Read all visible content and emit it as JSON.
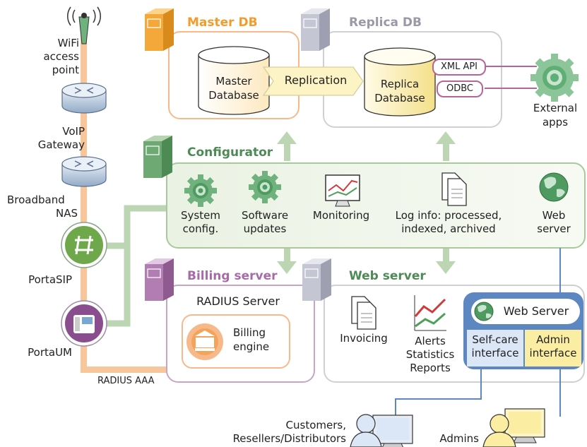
{
  "titles": {
    "master_db": "Master DB",
    "replica_db": "Replica DB",
    "configurator": "Configurator",
    "billing_server": "Billing server",
    "web_server": "Web server"
  },
  "colors": {
    "master_title": "#f39c2b",
    "replica_title": "#9a9aa6",
    "configurator_title": "#4d8a55",
    "billing_title": "#a86aa9",
    "web_title": "#4d8a55",
    "access_line": "#f7c79b",
    "link_green": "#bcd6b3",
    "web_panel": "#5d87c0",
    "master_title_style": "color:#f39c2b;left:265px;top:22px;",
    "replica_title_style": "color:#9a9aa6;left:494px;top:22px;",
    "config_title_style": "color:#4d8a55;left:265px;top:206px;",
    "billing_title_style": "color:#a86aa9;left:265px;top:381px;",
    "web_title_style": "color:#4d8a55;left:494px;top:381px;"
  },
  "left": {
    "wifi": [
      "WiFi",
      "access",
      "point"
    ],
    "voip_gateway": [
      "VoIP",
      "Gateway"
    ],
    "broadband_nas": [
      "Broadband",
      "NAS"
    ],
    "portasip": "PortaSIP",
    "portaum": "PortaUM",
    "radius_aaa": "RADIUS AAA"
  },
  "db": {
    "master": [
      "Master",
      "Database"
    ],
    "replication": "Replication",
    "replica": [
      "Replica",
      "Database"
    ],
    "xml_api": "XML API",
    "odbc": "ODBC",
    "external_apps": [
      "External",
      "apps"
    ]
  },
  "configurator": {
    "items": [
      {
        "icon": "gear-icon",
        "lines": [
          "System",
          "config."
        ]
      },
      {
        "icon": "gear-icon",
        "lines": [
          "Software",
          "updates"
        ]
      },
      {
        "icon": "monitor-chart-icon",
        "lines": [
          "Monitoring"
        ]
      },
      {
        "icon": "documents-icon",
        "lines": [
          "Log info: processed,",
          "indexed, archived"
        ]
      },
      {
        "icon": "globe-icon",
        "lines": [
          "Web",
          "server"
        ]
      }
    ]
  },
  "billing": {
    "radius_server": "RADIUS Server",
    "engine": [
      "Billing",
      "engine"
    ]
  },
  "web": {
    "invoicing": "Invoicing",
    "reports": [
      "Alerts",
      "Statistics",
      "Reports"
    ],
    "web_server": "Web Server",
    "self_care": [
      "Self-care",
      "interface"
    ],
    "admin": [
      "Admin",
      "interface"
    ]
  },
  "users": {
    "customers": [
      "Customers,",
      "Resellers/Distributors"
    ],
    "admins": "Admins"
  }
}
